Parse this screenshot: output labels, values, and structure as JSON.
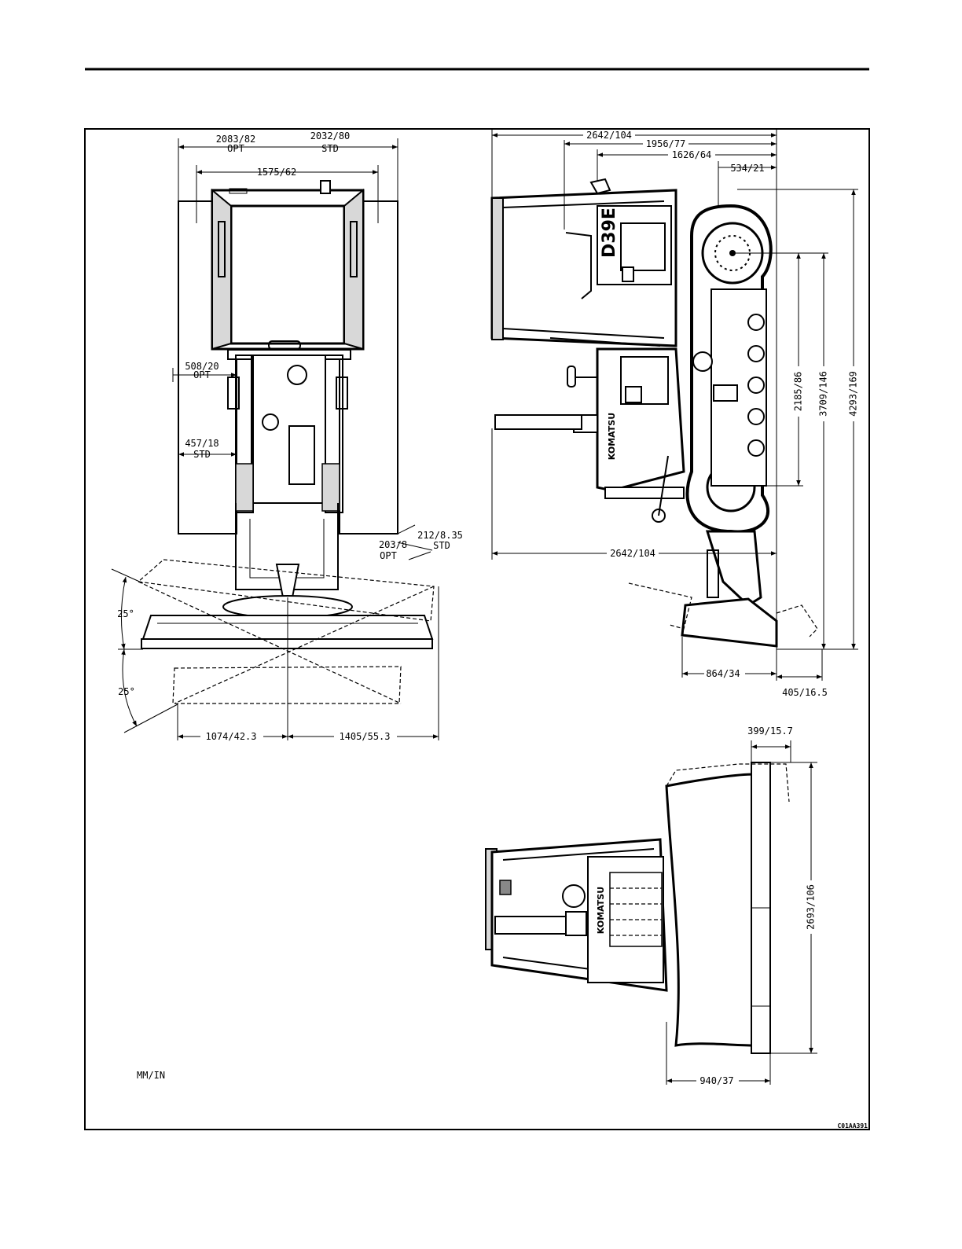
{
  "figure_code": "C01AA391",
  "units_label": "MM/IN",
  "front_view": {
    "dims": {
      "opt_width_value": "2083/82",
      "opt_width_tag": "OPT",
      "std_width_value": "2032/80",
      "std_width_tag": "STD",
      "track_gauge": "1575/62",
      "opt_shoe_value": "508/20",
      "opt_shoe_tag": "OPT",
      "std_shoe_value": "457/18",
      "std_shoe_tag": "STD",
      "opt_ground_value": "203/8",
      "opt_ground_tag": "OPT",
      "std_ground_value": "212/8.35",
      "std_ground_tag": "STD",
      "angle_up": "25°",
      "angle_down": "25°",
      "left_reach": "1074/42.3",
      "right_reach": "1405/55.3"
    }
  },
  "side_view": {
    "model_badge": "D39E",
    "brand": "KOMATSU",
    "dims": {
      "overall_length_top": "2642/104",
      "length_2": "1956/77",
      "length_3": "1626/64",
      "blade_offset_top": "534/21",
      "height_1": "2185/86",
      "height_2": "3709/146",
      "height_3": "4293/169",
      "length_bottom": "2642/104",
      "blade_reach": "864/34",
      "blade_tip": "405/16.5"
    }
  },
  "top_view": {
    "brand": "KOMATSU",
    "dims": {
      "blade_depth": "399/15.7",
      "blade_width": "2693/106",
      "blade_offset": "940/37"
    }
  }
}
